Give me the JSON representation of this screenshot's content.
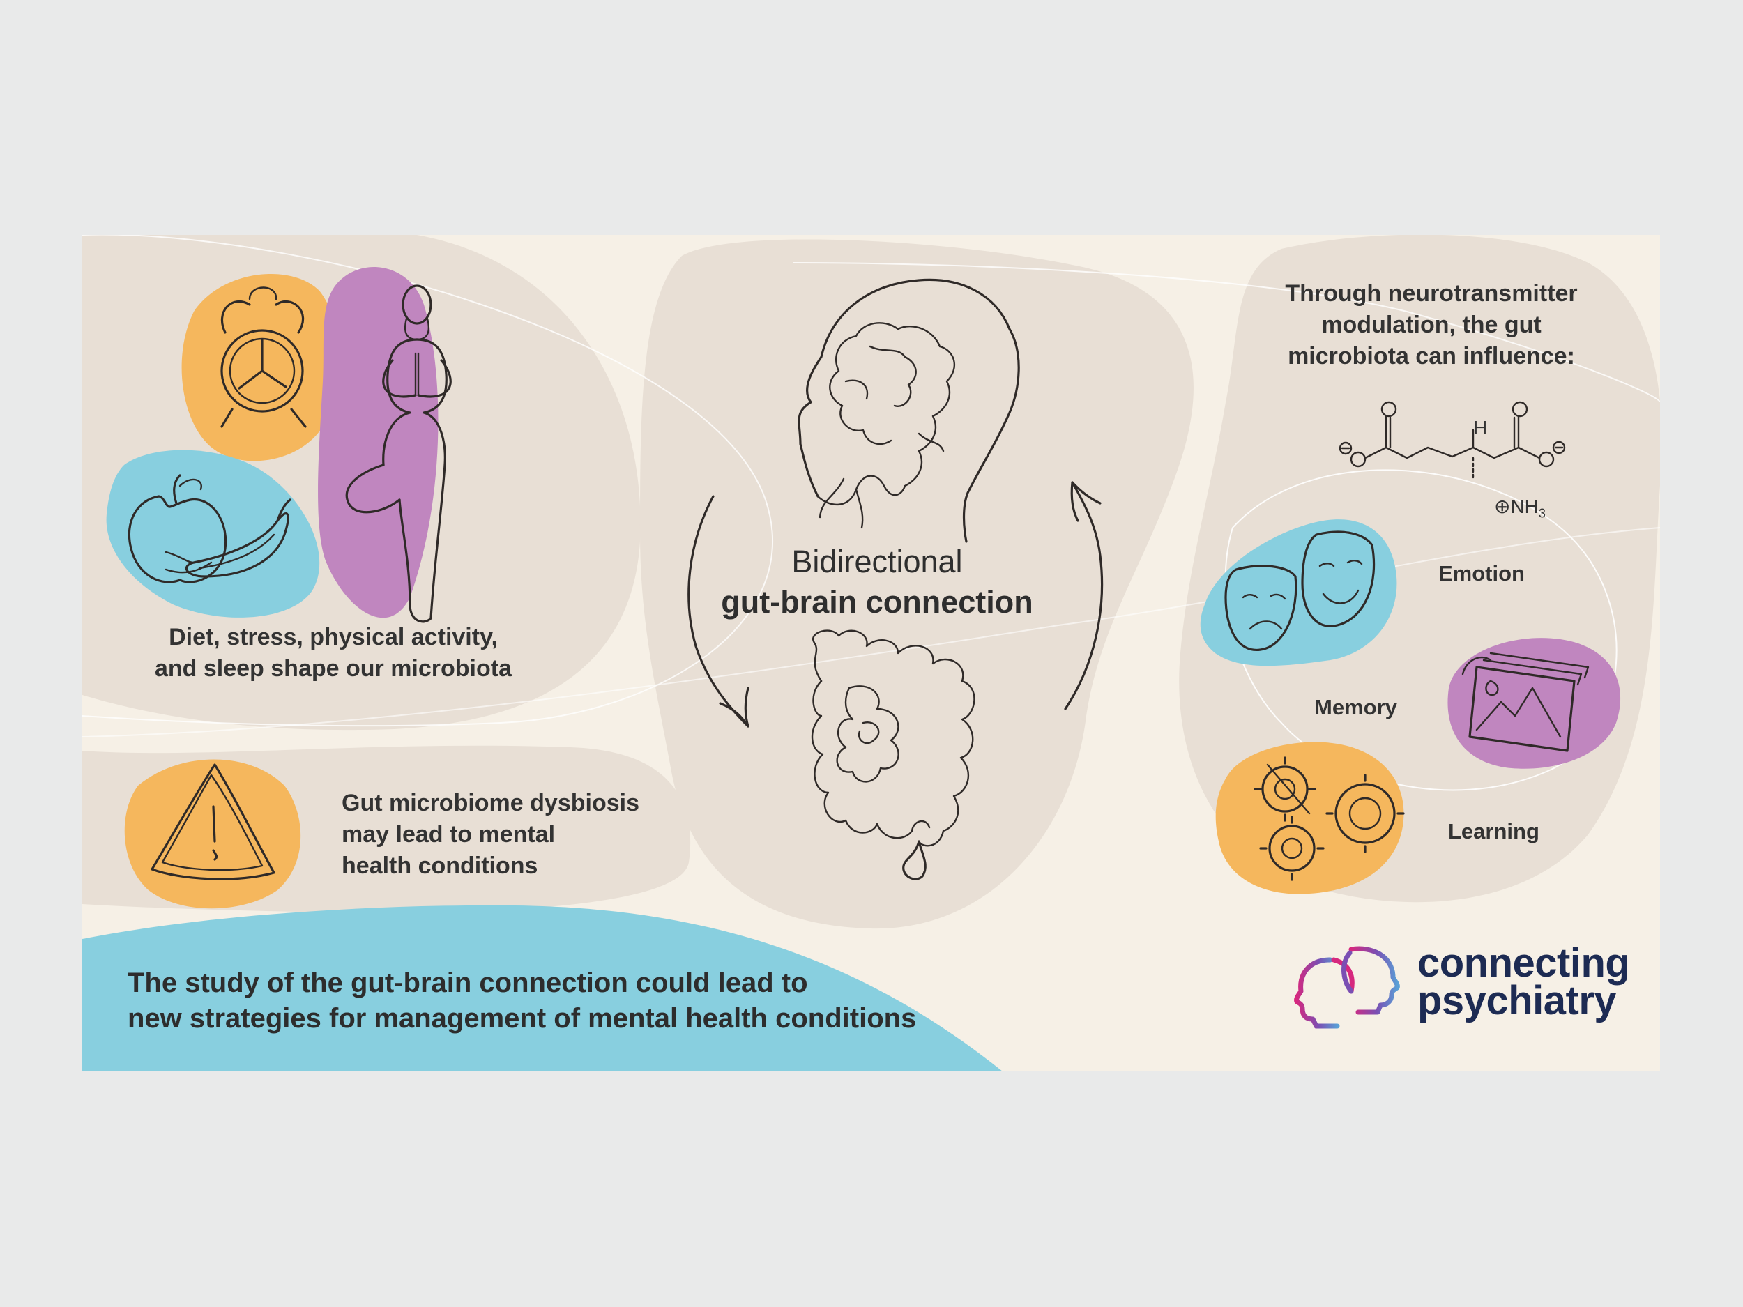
{
  "left_top": {
    "caption_line1": "Diet, stress, physical activity,",
    "caption_line2": "and sleep shape our microbiota",
    "icons": [
      "alarm-clock-icon",
      "yoga-woman-icon",
      "apple-icon",
      "chili-pepper-icon"
    ]
  },
  "left_bottom": {
    "caption_line1": "Gut microbiome dysbiosis",
    "caption_line2": "may lead to mental",
    "caption_line3": "health conditions",
    "icons": [
      "warning-triangle-icon"
    ]
  },
  "center": {
    "title_line1": "Bidirectional",
    "title_line2": "gut-brain connection",
    "icons": [
      "brain-head-icon",
      "intestine-icon",
      "curved-arrow-down-icon",
      "curved-arrow-up-icon"
    ]
  },
  "right": {
    "intro_line1": "Through neurotransmitter",
    "intro_line2": "modulation, the gut",
    "intro_line3": "microbiota can influence:",
    "molecule": {
      "h_label": "H",
      "amine_label": "⊕NH",
      "amine_subscript": "3",
      "charge_symbol": "⊖",
      "oxygen_symbol": "O"
    },
    "items": {
      "emotion": "Emotion",
      "memory": "Memory",
      "learning": "Learning"
    },
    "icons": [
      "theater-masks-icon",
      "photo-frames-icon",
      "gears-icon",
      "glutamate-molecule-icon"
    ]
  },
  "footer": {
    "line1": "The study of the gut-brain connection could lead to",
    "line2": "new strategies for management of mental health conditions"
  },
  "logo": {
    "line1": "connecting",
    "line2": "psychiatry",
    "icon": "two-heads-logo-icon"
  },
  "colors": {
    "background": "#e9eaea",
    "card": "#f6f0e6",
    "blob": "#e8dfd5",
    "orange": "#f5b75d",
    "purple": "#c086bf",
    "blue": "#88cfdf",
    "logo_text": "#1d2b53"
  }
}
